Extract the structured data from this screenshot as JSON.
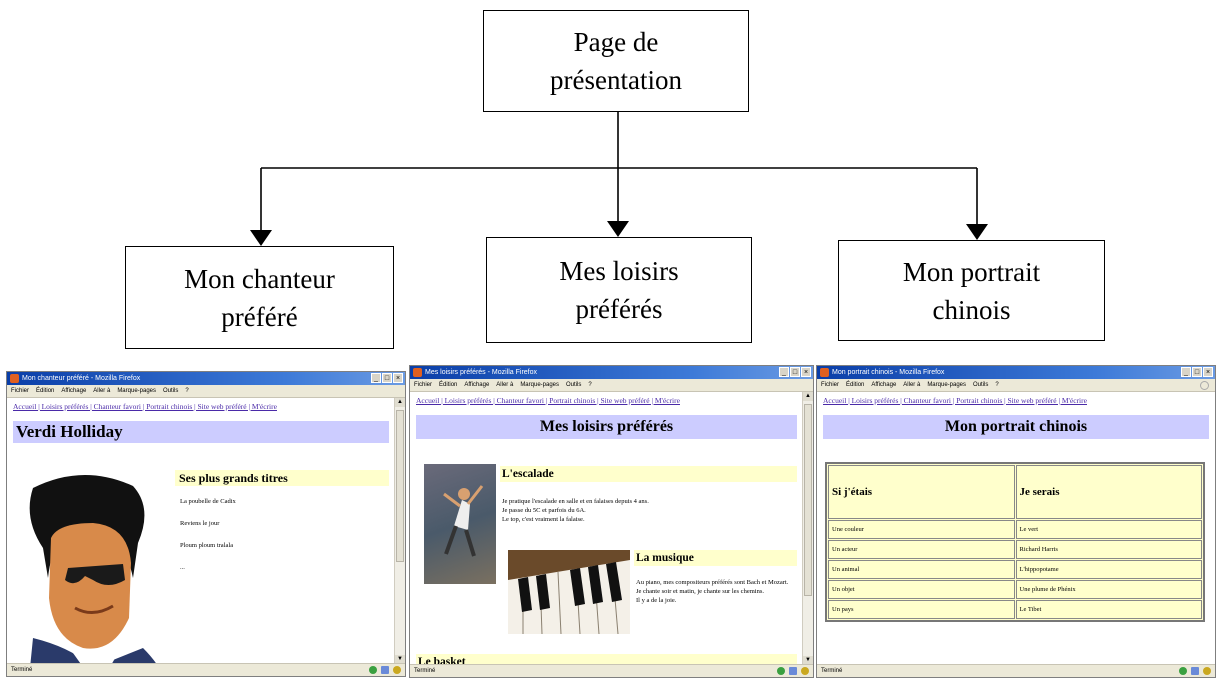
{
  "diagram": {
    "root": {
      "lines": [
        "Page de",
        "présentation"
      ]
    },
    "children": [
      {
        "lines": [
          "Mon chanteur",
          "préféré"
        ]
      },
      {
        "lines": [
          "Mes loisirs",
          "préférés"
        ]
      },
      {
        "lines": [
          "Mon portrait",
          "chinois"
        ]
      }
    ]
  },
  "menu": [
    "Fichier",
    "Édition",
    "Affichage",
    "Aller à",
    "Marque-pages",
    "Outils",
    "?"
  ],
  "nav_links": "Accueil | Loisirs préférés | Chanteur favori | Portrait chinois | Site web préféré | M'écrire",
  "status_text": "Terminé",
  "window1": {
    "title": "Mon chanteur préféré - Mozilla Firefox",
    "heading": "Verdi Holliday",
    "subheading": "Ses plus grands titres",
    "titles": [
      "La poubelle de Cadix",
      "Reviens le jour",
      "Ploum ploum tralala",
      "..."
    ]
  },
  "window2": {
    "title": "Mes loisirs préférés - Mozilla Firefox",
    "heading": "Mes loisirs préférés",
    "sections": [
      {
        "title": "L'escalade",
        "lines": [
          "Je pratique l'escalade en salle et en falaises depuis 4 ans.",
          "Je passe du 5C et parfois du 6A.",
          "Le top, c'est vraiment la falaise."
        ]
      },
      {
        "title": "La musique",
        "lines": [
          "Au piano, mes compositeurs préférés sont Bach et Mozart.",
          "Je chante soir et matin, je chante sur les chemins.",
          "Il y a de la joie."
        ]
      },
      {
        "title": "Le basket",
        "lines": []
      }
    ]
  },
  "window3": {
    "title": "Mon portrait chinois - Mozilla Firefox",
    "heading": "Mon portrait chinois",
    "table": {
      "headers": [
        "Si j'étais",
        "Je serais"
      ],
      "rows": [
        [
          "Une couleur",
          "Le vert"
        ],
        [
          "Un acteur",
          "Richard Harris"
        ],
        [
          "Un animal",
          "L'hippopotame"
        ],
        [
          "Un objet",
          "Une plume de Phénix"
        ],
        [
          "Un pays",
          "Le Tibet"
        ]
      ]
    }
  },
  "colors": {
    "heading_bg": "#ccccff",
    "subheading_bg": "#ffffcc",
    "link": "#4a2aa8",
    "titlebar": "#0a3ea8"
  }
}
